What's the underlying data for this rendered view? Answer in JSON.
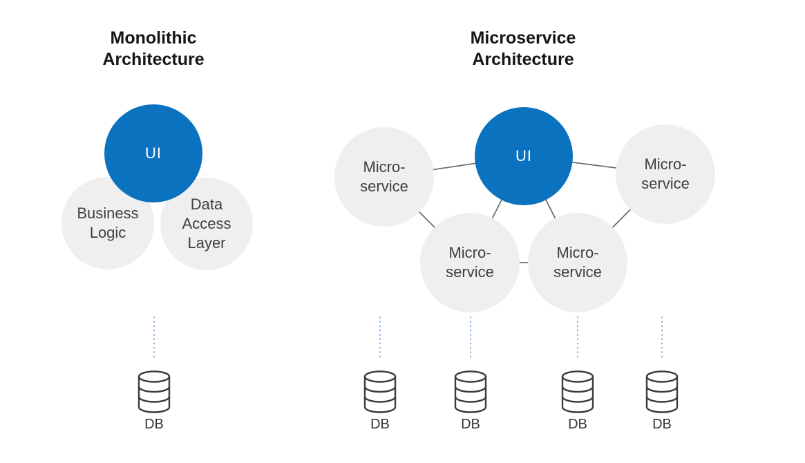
{
  "colors": {
    "blue": "#0b72bf",
    "gray": "#efefef",
    "line": "#6d6d6d",
    "dotted": "#82aede",
    "db_stroke": "#3d3d3d",
    "text": "#3f3f3f",
    "title": "#161616"
  },
  "monolithic": {
    "title": [
      "Monolithic",
      "Architecture"
    ],
    "ui_label": "UI",
    "business_logic": [
      "Business",
      "Logic"
    ],
    "data_access": [
      "Data",
      "Access",
      "Layer"
    ],
    "db_label": "DB"
  },
  "microservice": {
    "title": [
      "Microservice",
      "Architecture"
    ],
    "ui_label": "UI",
    "service": [
      "Micro-",
      "service"
    ],
    "db_label": "DB"
  }
}
